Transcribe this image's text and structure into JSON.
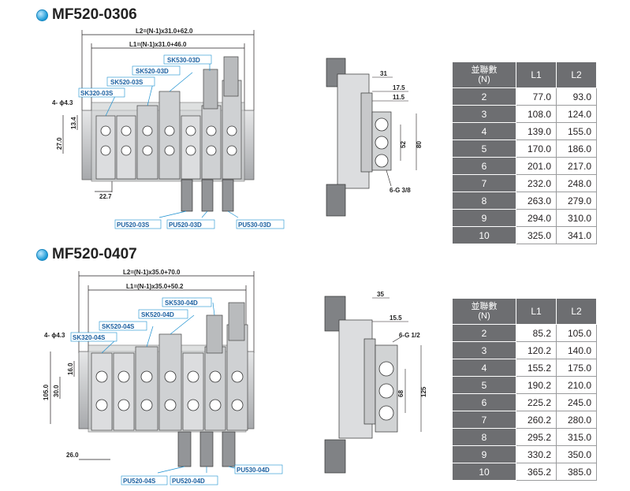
{
  "sections": [
    {
      "title": "MF520-0306",
      "dims": {
        "l2": "L2=(N-1)x31.0+62.0",
        "l1": "L1=(N-1)x31.0+46.0",
        "holes": "4- ϕ4.3",
        "h1": "13.4",
        "h2": "27.0",
        "bottom": "22.7",
        "side_a": "31",
        "side_b": "17.5",
        "side_c": "11.5",
        "side_d": "52",
        "side_e": "80",
        "port": "6-G 3/8"
      },
      "labels": {
        "sk530": "SK530-03D",
        "sk520": "SK520-03D",
        "sk520s": "SK520-03S",
        "sk320": "SK320-03S",
        "pu520s": "PU520-03S",
        "pu520d": "PU520-03D",
        "pu530d": "PU530-03D"
      },
      "table": {
        "header_n": "並聯數\n(N)",
        "header_l1": "L1",
        "header_l2": "L2",
        "rows": [
          [
            "2",
            "77.0",
            "93.0"
          ],
          [
            "3",
            "108.0",
            "124.0"
          ],
          [
            "4",
            "139.0",
            "155.0"
          ],
          [
            "5",
            "170.0",
            "186.0"
          ],
          [
            "6",
            "201.0",
            "217.0"
          ],
          [
            "7",
            "232.0",
            "248.0"
          ],
          [
            "8",
            "263.0",
            "279.0"
          ],
          [
            "9",
            "294.0",
            "310.0"
          ],
          [
            "10",
            "325.0",
            "341.0"
          ]
        ]
      }
    },
    {
      "title": "MF520-0407",
      "dims": {
        "l2": "L2=(N-1)x35.0+70.0",
        "l1": "L1=(N-1)x35.0+50.2",
        "holes": "4- ϕ4.3",
        "h1": "16.0",
        "h2": "30.0",
        "h3": "105.0",
        "bottom": "26.0",
        "side_a": "35",
        "side_b": "15.5",
        "side_d": "68",
        "side_e": "125",
        "port": "6-G 1/2"
      },
      "labels": {
        "sk530": "SK530-04D",
        "sk520": "SK520-04D",
        "sk520s": "SK520-04S",
        "sk320": "SK320-04S",
        "pu520s": "PU520-04S",
        "pu520d": "PU520-04D",
        "pu530d": "PU530-04D"
      },
      "table": {
        "header_n": "並聯數\n(N)",
        "header_l1": "L1",
        "header_l2": "L2",
        "rows": [
          [
            "2",
            "85.2",
            "105.0"
          ],
          [
            "3",
            "120.2",
            "140.0"
          ],
          [
            "4",
            "155.2",
            "175.0"
          ],
          [
            "5",
            "190.2",
            "210.0"
          ],
          [
            "6",
            "225.2",
            "245.0"
          ],
          [
            "7",
            "260.2",
            "280.0"
          ],
          [
            "8",
            "295.2",
            "315.0"
          ],
          [
            "9",
            "330.2",
            "350.0"
          ],
          [
            "10",
            "365.2",
            "385.0"
          ]
        ]
      }
    }
  ]
}
